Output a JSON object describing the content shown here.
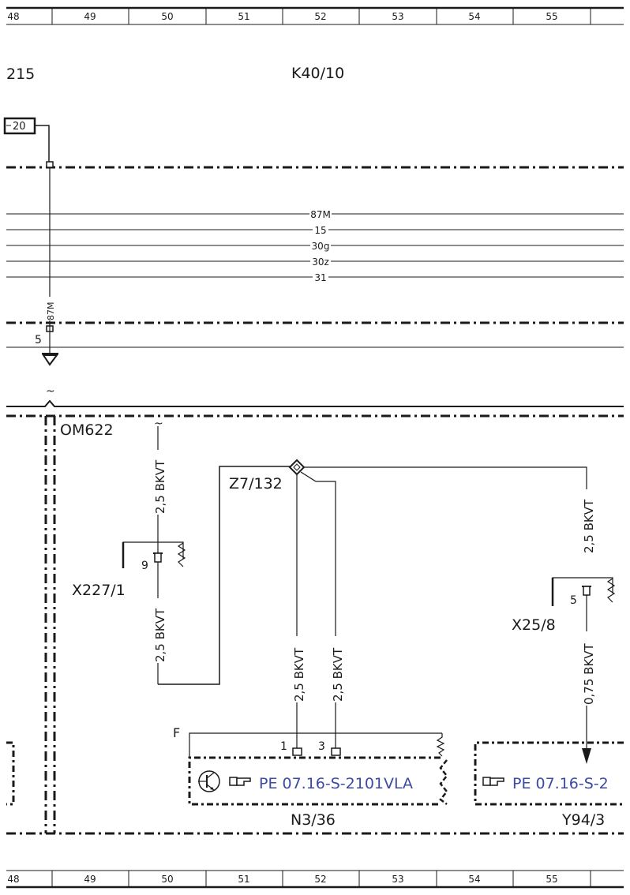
{
  "ruler": {
    "cols": [
      "48",
      "49",
      "50",
      "51",
      "52",
      "53",
      "54",
      "55"
    ]
  },
  "labels": {
    "left_ref": "215",
    "top_component": "K40/10",
    "conn_20": "20",
    "pin_5": "5",
    "om": "OM622",
    "z7": "Z7/132",
    "x227": "X227/1",
    "x227_pin": "9",
    "x25": "X25/8",
    "x25_pin": "5",
    "f": "F",
    "n3_pin1": "1",
    "n3_pin3": "3",
    "n3": "N3/36",
    "y94": "Y94/3",
    "wire_87m_vertical": "87M"
  },
  "buses": [
    "87M",
    "15",
    "30g",
    "30z",
    "31"
  ],
  "wires": {
    "w1": "2,5 BKVT",
    "w2": "2,5 BKVT",
    "w3": "2,5 BKVT",
    "w4": "2,5 BKVT",
    "w5": "2,5 BKVT",
    "w6": "0,75 BKVT"
  },
  "refs": {
    "n3_ref": "PE 07.16-S-2101VLA",
    "y94_ref": "PE 07.16-S-2"
  },
  "colors": {
    "line": "#1a1a1a",
    "link": "#3b4aa6"
  }
}
